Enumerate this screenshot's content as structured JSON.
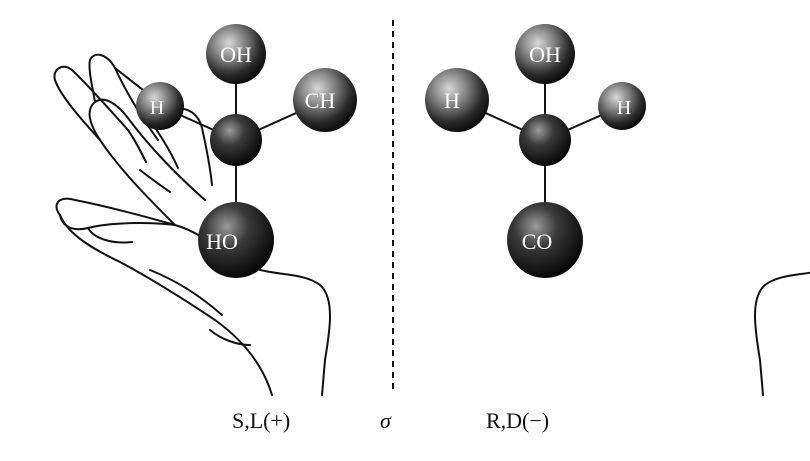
{
  "figure": {
    "left_molecule": {
      "caption": "S,L(+)",
      "atoms": {
        "top": "OH",
        "left": "H",
        "right": "CH",
        "bottom": "HO"
      }
    },
    "right_molecule": {
      "caption": "R,D(−)",
      "atoms": {
        "top": "OH",
        "left": "H",
        "right": "H",
        "bottom": "CO"
      }
    },
    "mirror_label": "σ"
  }
}
